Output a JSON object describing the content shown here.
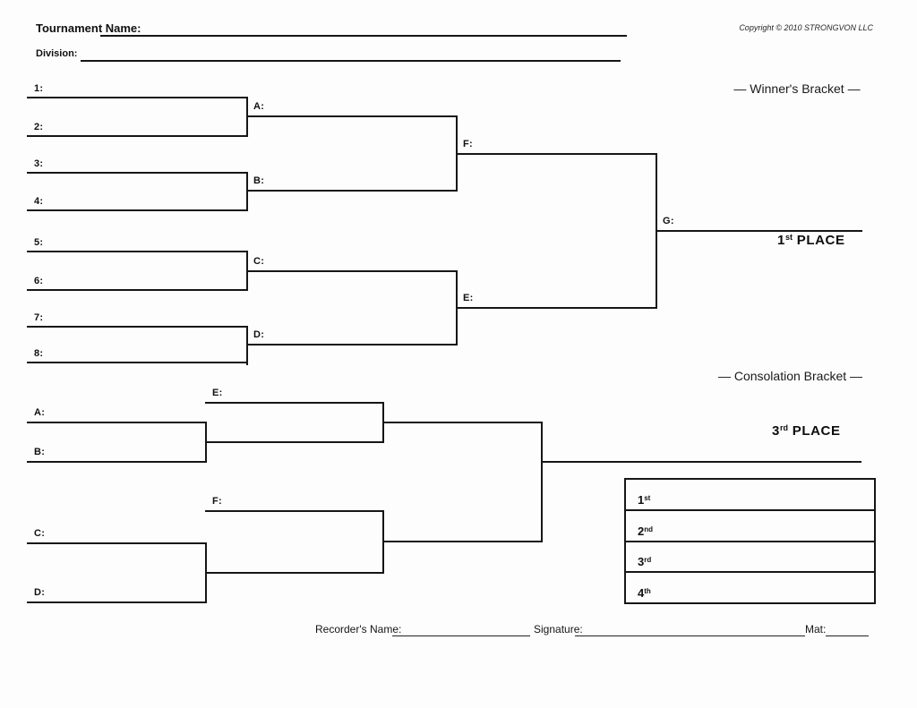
{
  "header": {
    "tournament_name_label": "Tournament Name:",
    "division_label": "Division:",
    "copyright": "Copyright © 2010 STRONGVON LLC"
  },
  "winners_bracket": {
    "title": "— Winner's Bracket —",
    "seeds": [
      "1:",
      "2:",
      "3:",
      "4:",
      "5:",
      "6:",
      "7:",
      "8:"
    ],
    "quarterfinal_labels": [
      "A:",
      "B:",
      "C:",
      "D:"
    ],
    "semifinal_labels": [
      "F:",
      "E:"
    ],
    "final_label": "G:",
    "first_place": {
      "num": "1",
      "suffix": "st",
      "word": "PLACE"
    }
  },
  "consolation_bracket": {
    "title": "— Consolation Bracket —",
    "entries": [
      "A:",
      "B:",
      "C:",
      "D:"
    ],
    "match_labels": [
      "E:",
      "F:"
    ],
    "third_place": {
      "num": "3",
      "suffix": "rd",
      "word": "PLACE"
    }
  },
  "places_table": {
    "rows": [
      {
        "num": "1",
        "suffix": "st"
      },
      {
        "num": "2",
        "suffix": "nd"
      },
      {
        "num": "3",
        "suffix": "rd"
      },
      {
        "num": "4",
        "suffix": "th"
      }
    ]
  },
  "footer": {
    "recorder_label": "Recorder's Name:",
    "signature_label": "Signature:",
    "mat_label": "Mat:"
  }
}
